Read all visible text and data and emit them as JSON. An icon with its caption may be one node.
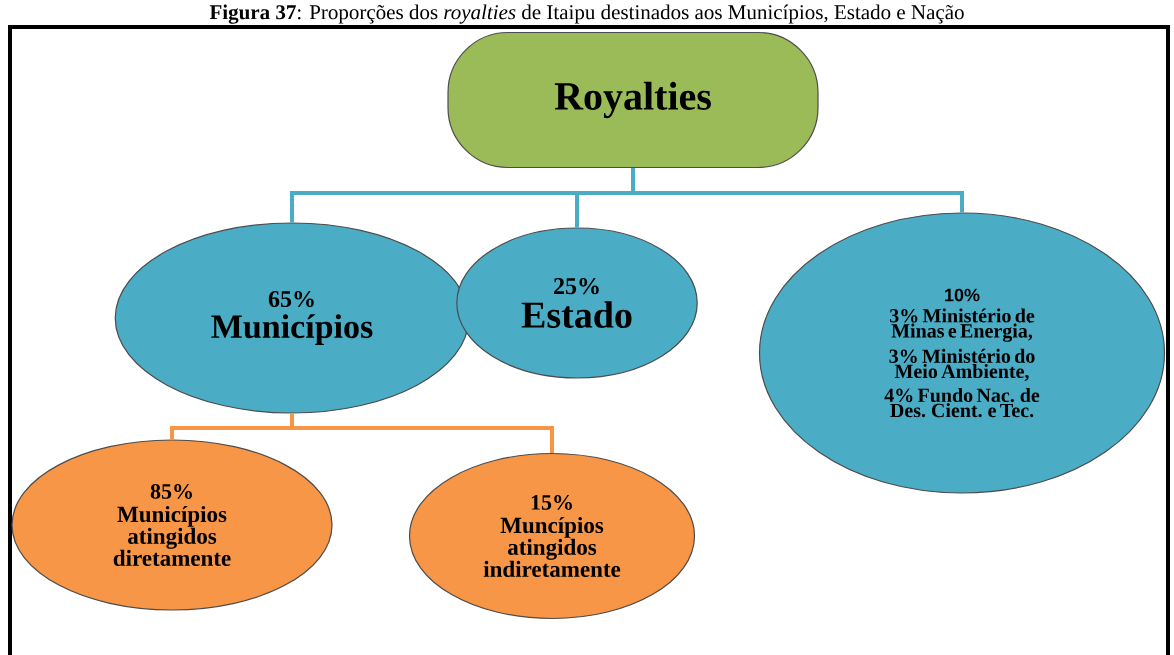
{
  "diagram": {
    "title": "**Figura 37**: Proporções dos *royalties* de Itaipu destinados aos Municípios, Estado e Nação",
    "nodes": [
      {
        "text": [
          "Royalties"
        ]
      },
      {
        "text": [
          "65%",
          "Municípios"
        ]
      },
      {
        "text": [
          "25%",
          "Estado"
        ]
      },
      {
        "text": [
          "10%",
          "3% Ministério de Minas e Energia,",
          "3% Ministério do Meio Ambiente,",
          "4% Fundo Nac. de Des. Cient. e Tec."
        ]
      },
      {
        "text": [
          "85%",
          "Municípios atingidos diretamente"
        ]
      },
      {
        "text": [
          "15%",
          "Muncípios atingidos indiretamente"
        ]
      }
    ],
    "edges": [
      {
        "from": 0,
        "to": 1,
        "arrow": "none"
      },
      {
        "from": 0,
        "to": 2,
        "arrow": "none"
      },
      {
        "from": 0,
        "to": 3,
        "arrow": "none"
      },
      {
        "from": 1,
        "to": 4,
        "arrow": "none",
        "color": "#f79646"
      },
      {
        "from": 1,
        "to": 5,
        "arrow": "none",
        "color": "#f79646"
      }
    ]
  }
}
